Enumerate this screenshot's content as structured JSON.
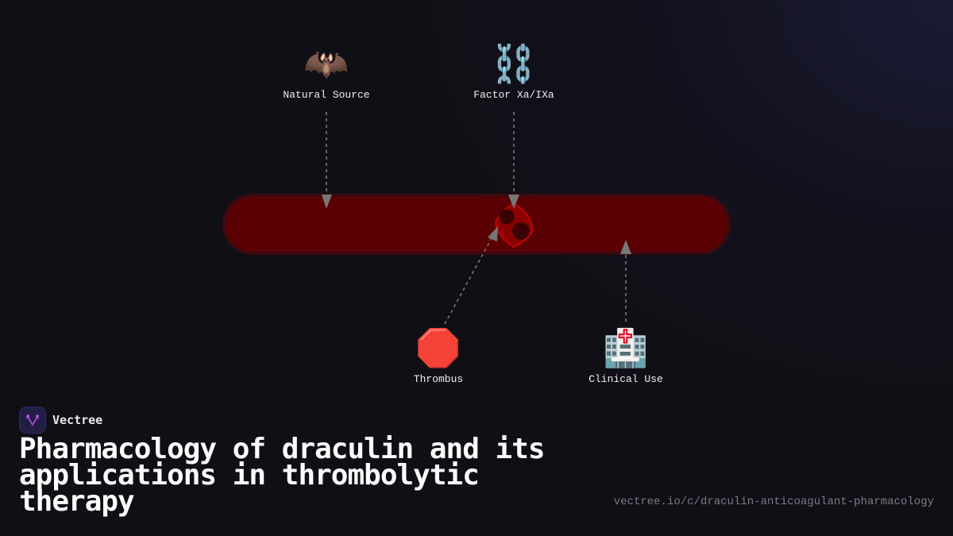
{
  "diagram": {
    "vessel": {
      "label": "blood-vessel",
      "fill": "#5a0003",
      "border": "#3a0a10"
    },
    "clot": {
      "fill": "#8a0000",
      "stroke": "#dd0000",
      "spot_color": "#3a0003"
    },
    "nodes": [
      {
        "id": "natural-source",
        "icon": "bat-icon",
        "emoji": "🦇",
        "label": "Natural Source"
      },
      {
        "id": "factor",
        "icon": "chains-icon",
        "emoji": "⛓️",
        "label": "Factor Xa/IXa"
      },
      {
        "id": "thrombus",
        "icon": "stop-sign-icon",
        "emoji": "🛑",
        "label": "Thrombus"
      },
      {
        "id": "clinical-use",
        "icon": "hospital-icon",
        "emoji": "🏥",
        "label": "Clinical Use"
      }
    ],
    "arrow_color": "#777777"
  },
  "brand": {
    "name": "Vectree",
    "accent": "#a845d8"
  },
  "title": "Pharmacology of draculin and its applications in thrombolytic therapy",
  "url": "vectree.io/c/draculin-anticoagulant-pharmacology"
}
